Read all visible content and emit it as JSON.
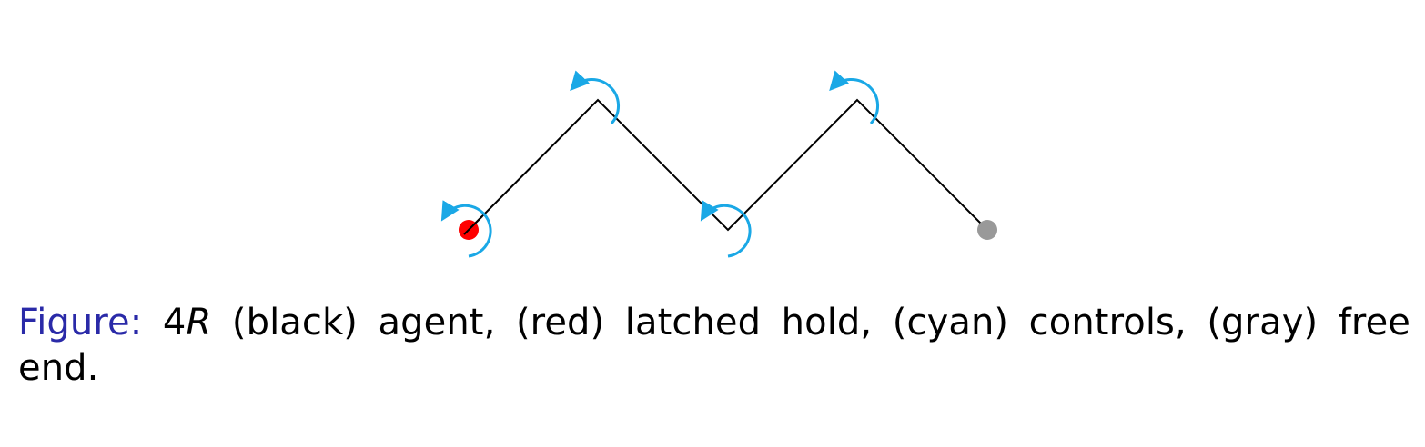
{
  "diagram": {
    "links_color": "#000000",
    "hold_color": "#ff0000",
    "controls_color": "#1aa8e6",
    "free_end_color": "#999999",
    "hold_icon": "red-dot",
    "control_icon": "rotation-arrow",
    "free_end_icon": "gray-dot"
  },
  "caption": {
    "label": "Figure:",
    "number": "4",
    "symbol": "R",
    "text": " (black) agent, (red) latched hold, (cyan) controls, (gray) free end."
  }
}
